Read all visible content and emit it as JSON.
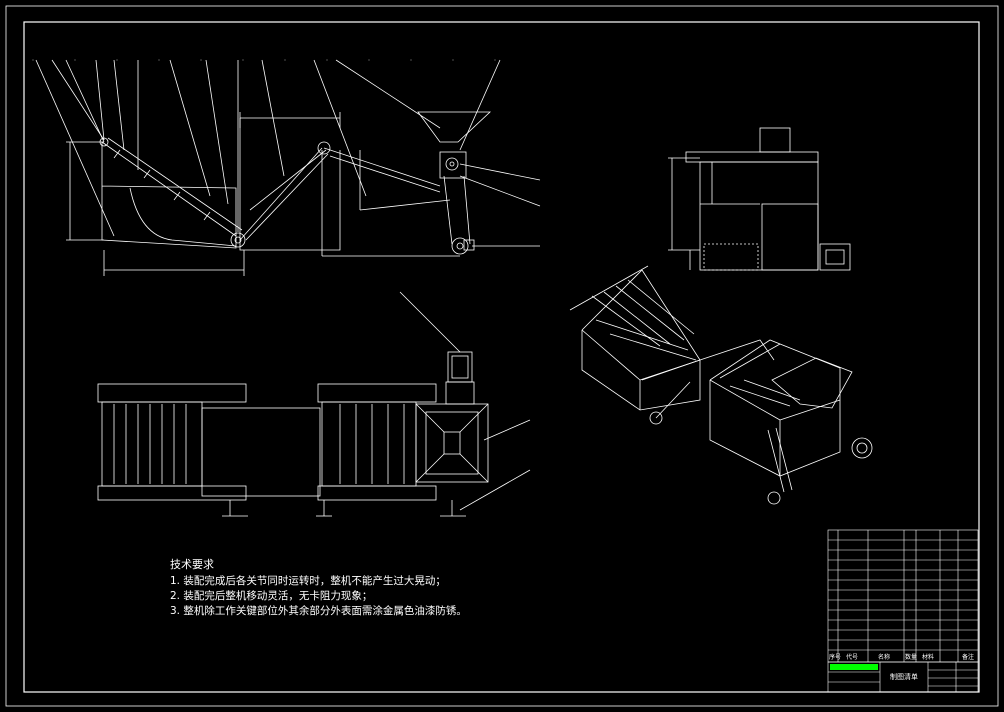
{
  "technical_requirements": {
    "title": "技术要求",
    "items": [
      "1. 装配完成后各关节同时运转时，整机不能产生过大晃动；",
      "2. 装配完后整机移动灵活，无卡阻力现象；",
      "3. 整机除工作关键部位外其余部分外表面需涂金属色油漆防锈。"
    ]
  },
  "title_block": {
    "header_labels": [
      "序号",
      "代号",
      "名称",
      "数量",
      "材料",
      "备注"
    ],
    "drawing_title": "制图清单"
  },
  "colors": {
    "background": "#000000",
    "lines": "#ffffff",
    "title_block_accent": "#00ff00"
  }
}
